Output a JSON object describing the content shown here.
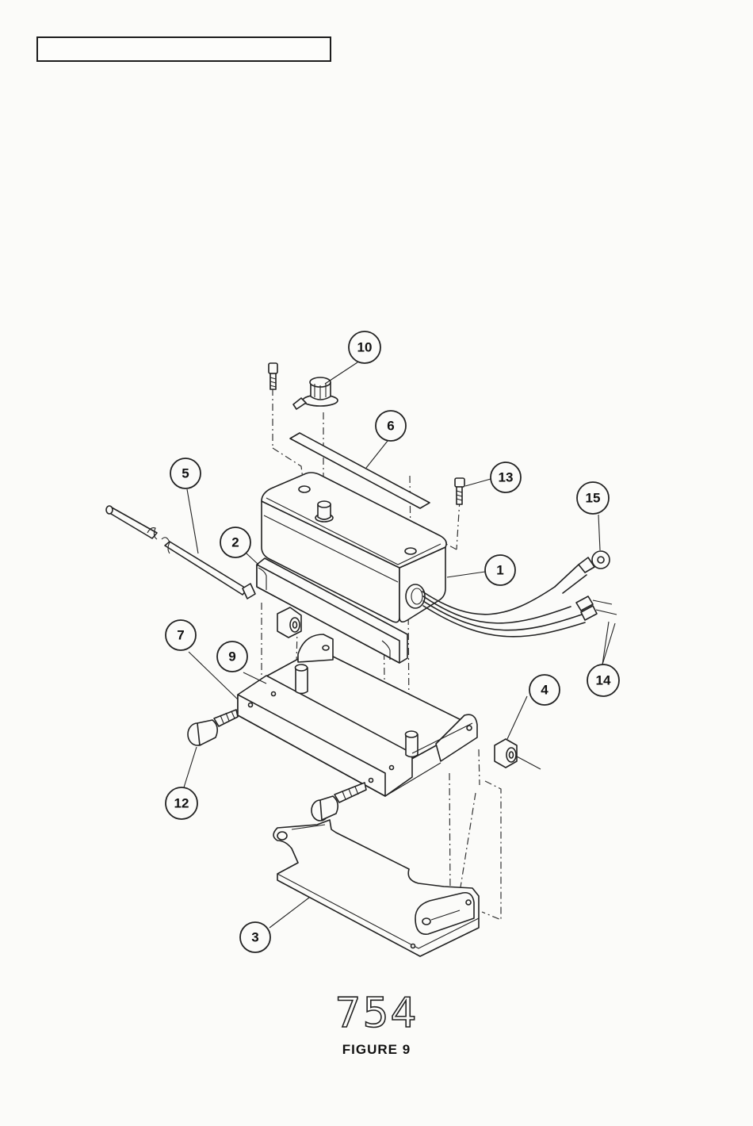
{
  "header": {
    "box_text": ""
  },
  "diagram": {
    "callouts": [
      {
        "id": "c1",
        "label": "1"
      },
      {
        "id": "c2",
        "label": "2"
      },
      {
        "id": "c3",
        "label": "3"
      },
      {
        "id": "c4",
        "label": "4"
      },
      {
        "id": "c5",
        "label": "5"
      },
      {
        "id": "c6",
        "label": "6"
      },
      {
        "id": "c7",
        "label": "7"
      },
      {
        "id": "c9",
        "label": "9"
      },
      {
        "id": "c10",
        "label": "10"
      },
      {
        "id": "c12",
        "label": "12"
      },
      {
        "id": "c13",
        "label": "13"
      },
      {
        "id": "c14",
        "label": "14"
      },
      {
        "id": "c15",
        "label": "15"
      }
    ]
  },
  "model_number": "754",
  "figure_caption": "FIGURE 9"
}
